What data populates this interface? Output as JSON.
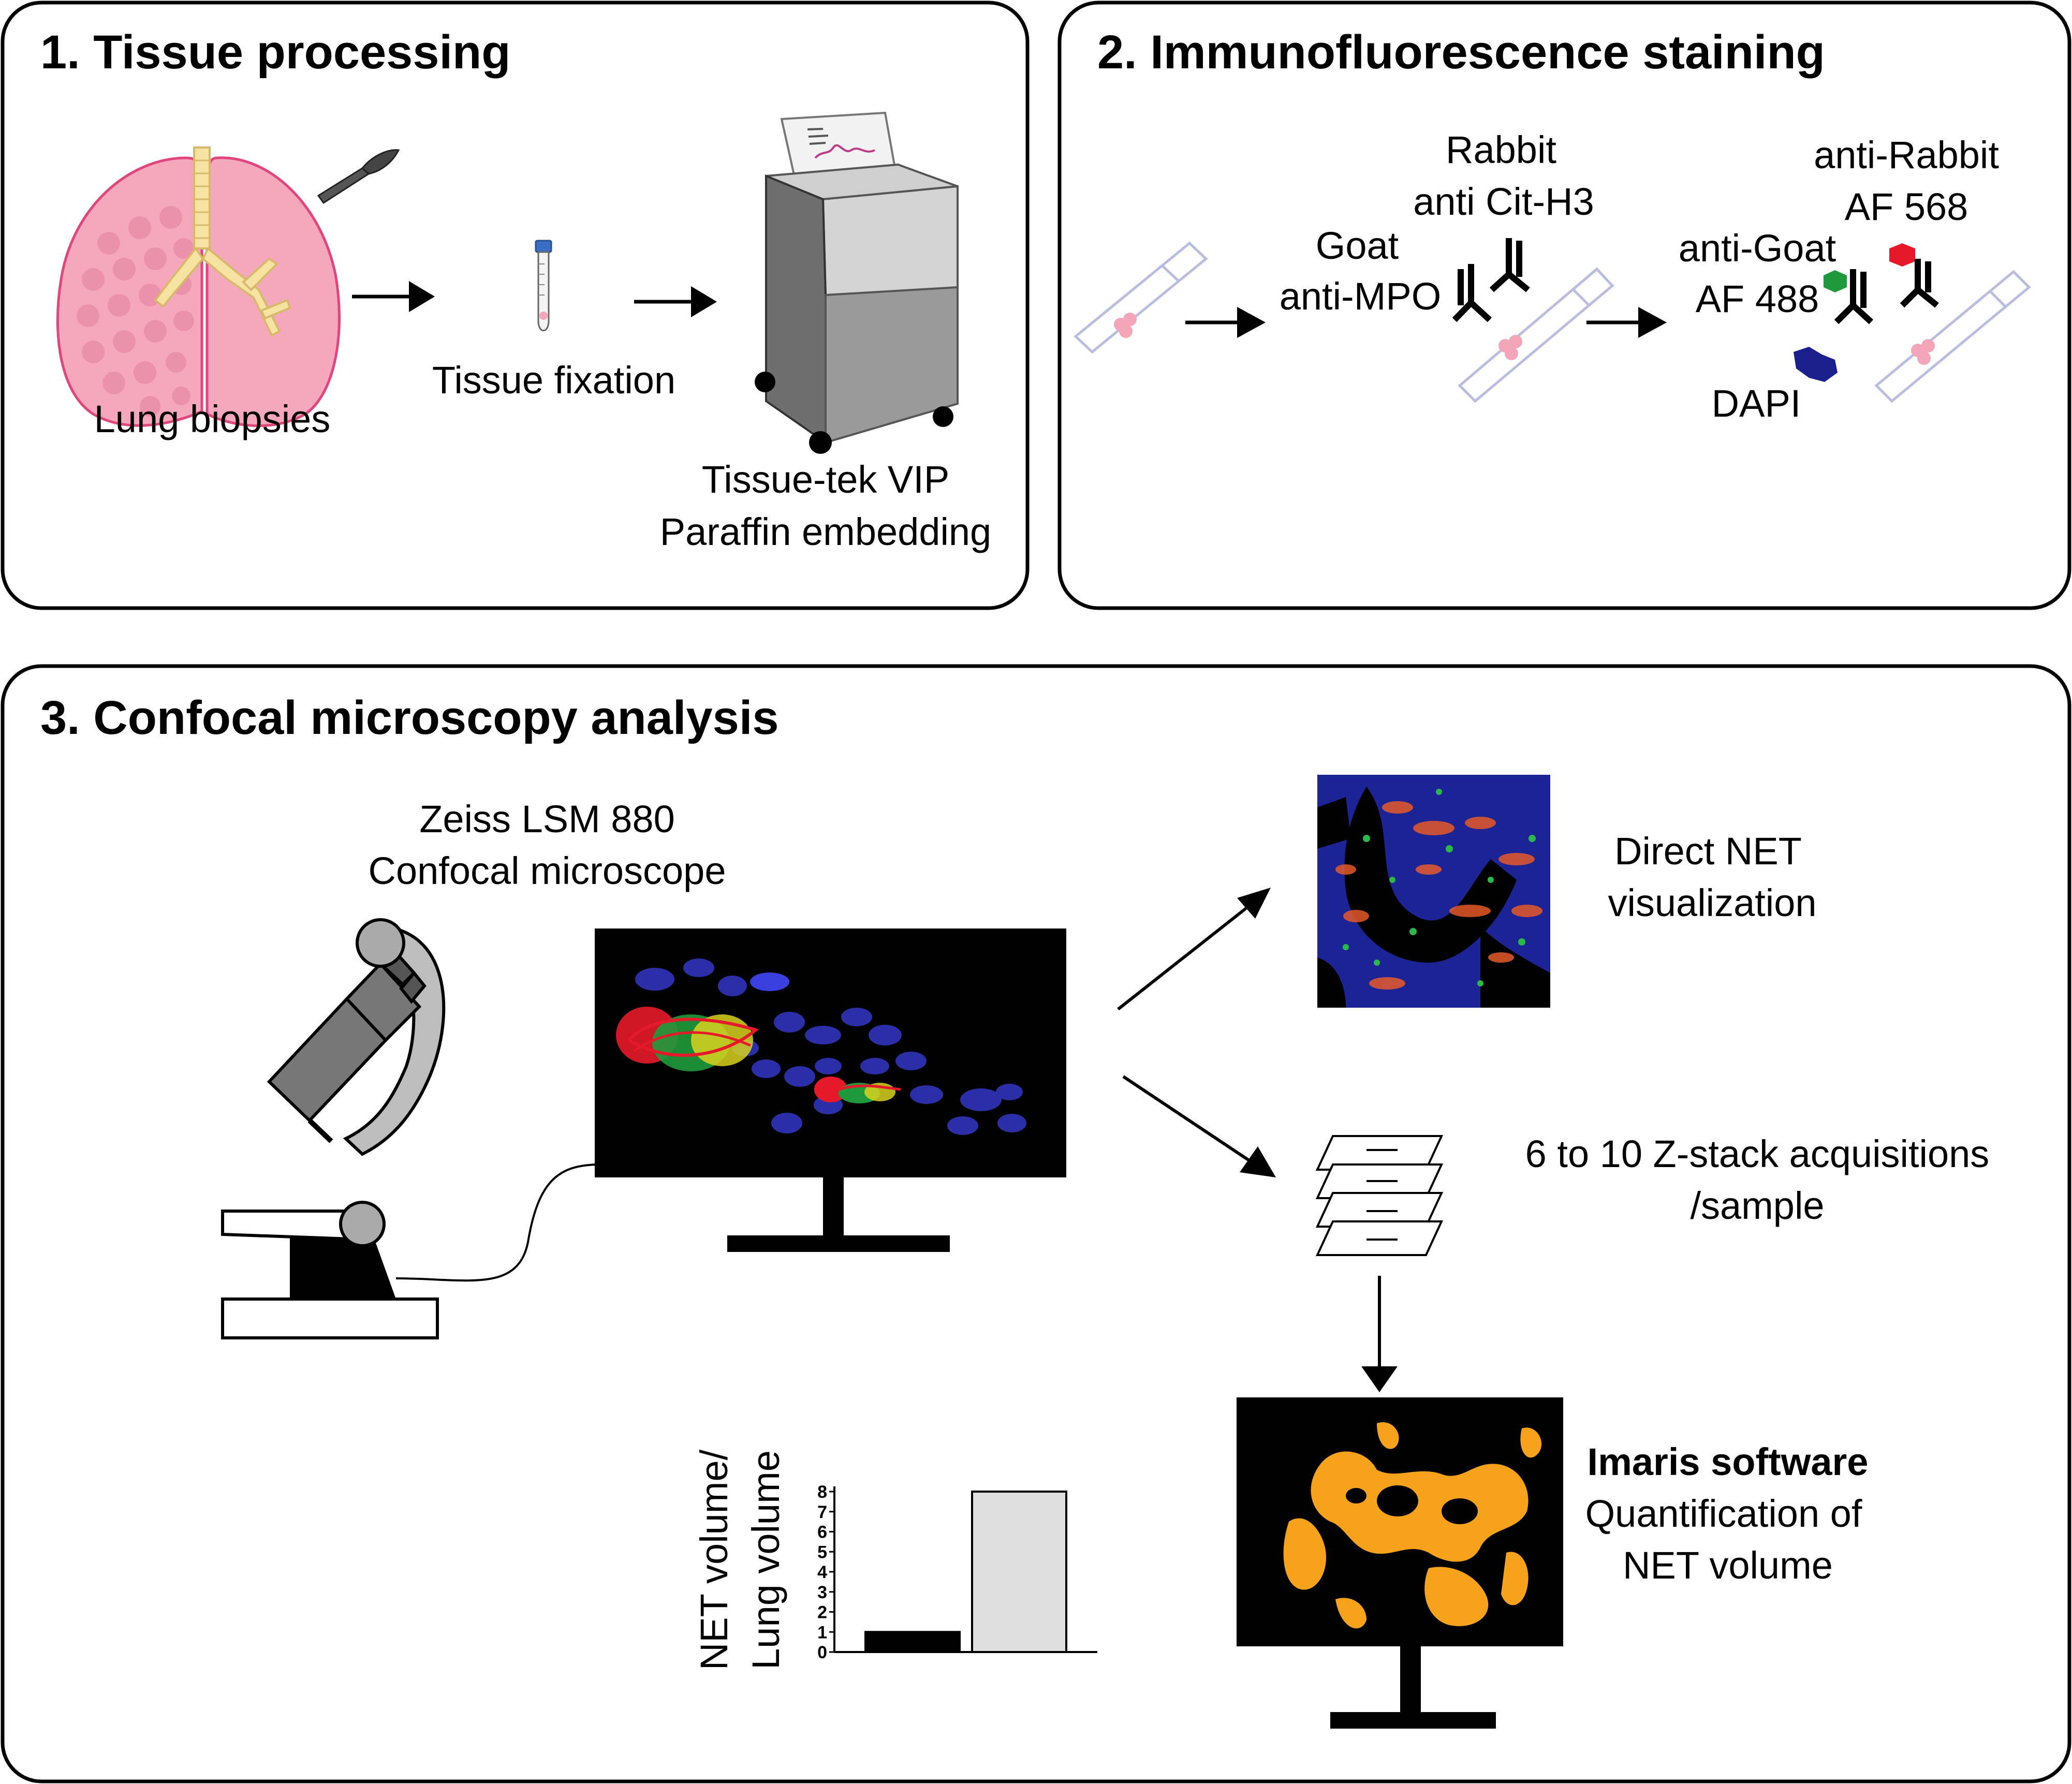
{
  "panels": {
    "tissue_processing": {
      "title": "1. Tissue processing",
      "lung_label": "Lung biopsies",
      "fixation_label": "Tissue fixation",
      "machine_label_1": "Tissue-tek VIP",
      "machine_label_2": "Paraffin embedding"
    },
    "immunofluorescence": {
      "title": "2. Immunofluorescence staining",
      "primary_1_line1": "Goat",
      "primary_1_line2": "anti-MPO",
      "primary_2_line1": "Rabbit",
      "primary_2_line2": "anti Cit-H3",
      "secondary_1_line1": "anti-Goat",
      "secondary_1_line2": "AF 488",
      "secondary_2_line1": "anti-Rabbit",
      "secondary_2_line2": "AF 568",
      "dapi_label": "DAPI"
    },
    "confocal": {
      "title": "3. Confocal microscopy analysis",
      "microscope_line1": "Zeiss LSM 880",
      "microscope_line2": "Confocal microscope",
      "visualization_line1": "Direct NET",
      "visualization_line2": "visualization",
      "zstack_line1": "6 to 10 Z-stack acquisitions",
      "zstack_line2": "/sample",
      "software_line1": "Imaris software",
      "software_line2": "Quantification of",
      "software_line3": "NET volume"
    }
  },
  "colors": {
    "lung_pink": "#f5a8bc",
    "trachea_yellow": "#f7e3a1",
    "slide_outline": "#b9bee0",
    "tissue_spot": "#f4a6b8",
    "af488_green": "#1e9a3c",
    "af568_red": "#e5192a",
    "dapi_blue": "#1a1f8e",
    "net_orange": "#f7a21b",
    "bar_first": "#000000",
    "bar_second": "#dedede"
  },
  "chart_data": {
    "type": "bar",
    "categories": [
      "",
      ""
    ],
    "values": [
      1,
      8
    ],
    "ylabel_line1": "NET volume/",
    "ylabel_line2": "Lung volume",
    "ylim": [
      0,
      8
    ],
    "yticks": [
      "0",
      "1",
      "2",
      "3",
      "4",
      "5",
      "6",
      "7",
      "8"
    ]
  }
}
